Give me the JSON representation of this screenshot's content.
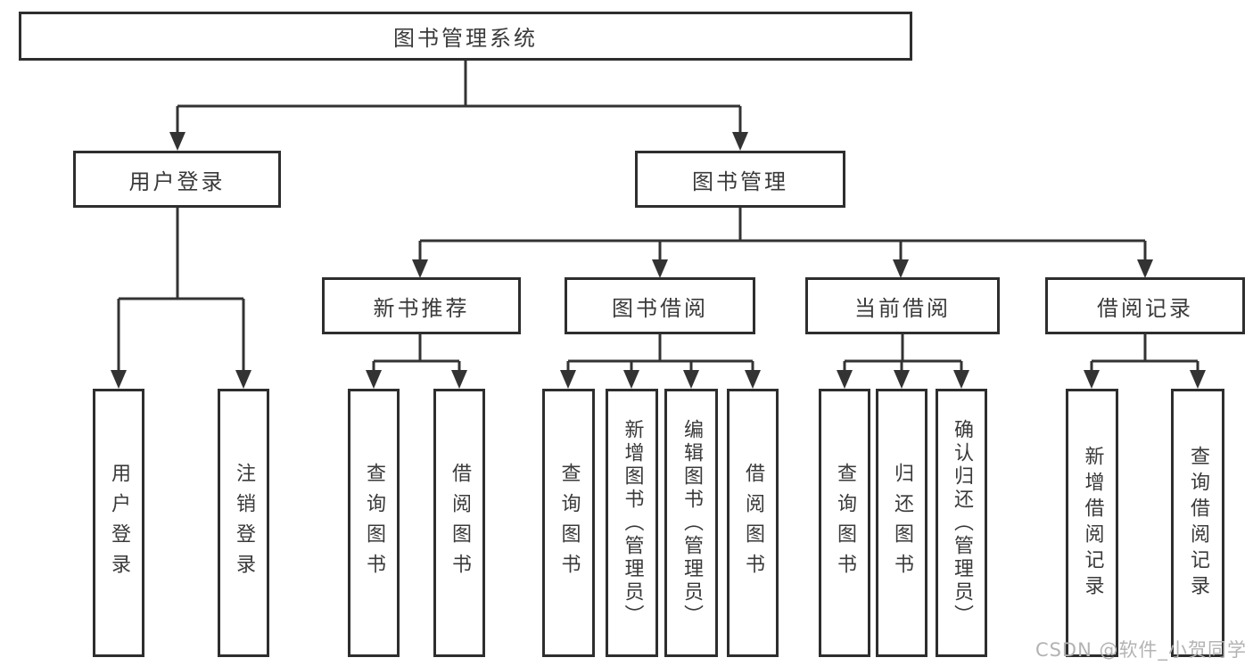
{
  "diagram": {
    "type": "function-structure-tree",
    "root": {
      "label": "图书管理系统"
    },
    "level2": [
      {
        "id": "user-login",
        "label": "用户登录"
      },
      {
        "id": "book-management",
        "label": "图书管理"
      }
    ],
    "level3": [
      {
        "id": "new-book-recommend",
        "parent": "图书管理",
        "label": "新书推荐"
      },
      {
        "id": "book-borrow",
        "parent": "图书管理",
        "label": "图书借阅"
      },
      {
        "id": "current-borrow",
        "parent": "图书管理",
        "label": "当前借阅"
      },
      {
        "id": "borrow-records",
        "parent": "图书管理",
        "label": "借阅记录"
      }
    ],
    "leaves": [
      {
        "id": "user-login",
        "parent": "用户登录",
        "label": "用户登录"
      },
      {
        "id": "logout",
        "parent": "用户登录",
        "label": "注销登录"
      },
      {
        "id": "query-books-recommend",
        "parent": "新书推荐",
        "label": "查询图书"
      },
      {
        "id": "borrow-books-recommend",
        "parent": "新书推荐",
        "label": "借阅图书"
      },
      {
        "id": "query-books-borrow",
        "parent": "图书借阅",
        "label": "查询图书"
      },
      {
        "id": "add-books-admin",
        "parent": "图书借阅",
        "label": "新增图书（管理员）"
      },
      {
        "id": "edit-books-admin",
        "parent": "图书借阅",
        "label": "编辑图书（管理员）"
      },
      {
        "id": "borrow-books",
        "parent": "图书借阅",
        "label": "借阅图书"
      },
      {
        "id": "query-books-current",
        "parent": "当前借阅",
        "label": "查询图书"
      },
      {
        "id": "return-books",
        "parent": "当前借阅",
        "label": "归还图书"
      },
      {
        "id": "confirm-return-admin",
        "parent": "当前借阅",
        "label": "确认归还（管理员）"
      },
      {
        "id": "add-borrow-record",
        "parent": "借阅记录",
        "label": "新增借阅记录"
      },
      {
        "id": "query-borrow-record",
        "parent": "借阅记录",
        "label": "查询借阅记录"
      }
    ]
  },
  "watermark": {
    "text": "CSDN @软件_小贺同学"
  },
  "colors": {
    "background": "#ffffff",
    "border": "#2e2e2e",
    "line": "#333333",
    "text": "#3a3a3a",
    "watermark": "#b3b3b3"
  }
}
